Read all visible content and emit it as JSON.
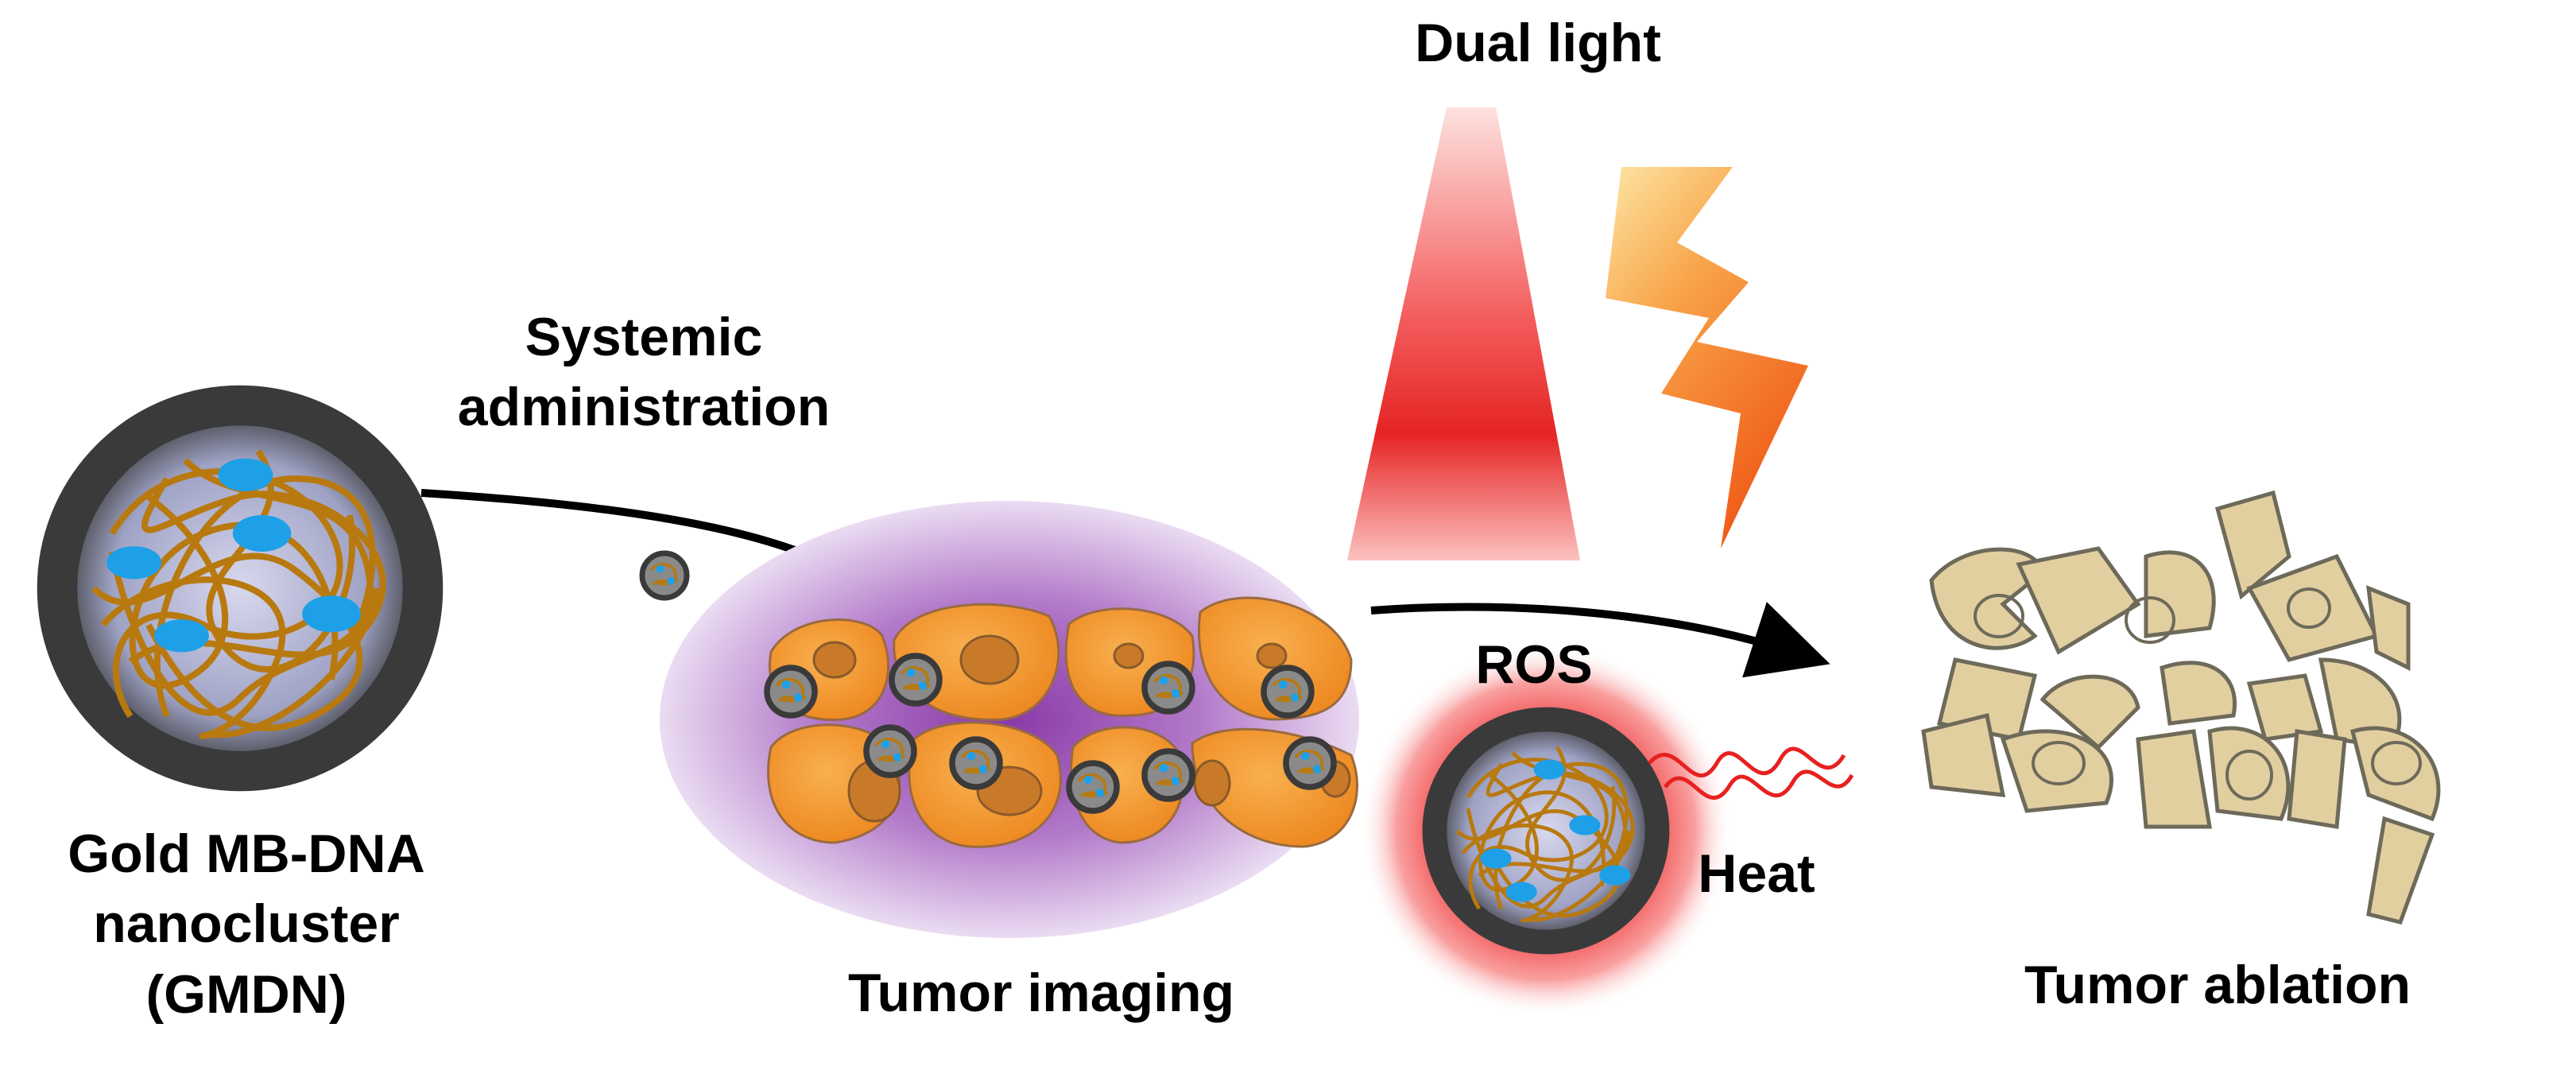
{
  "labels": {
    "dual_light": "Dual light",
    "systemic_administration": [
      "Systemic",
      "administration"
    ],
    "gmdn": [
      "Gold MB-DNA",
      "nanocluster",
      "(GMDN)"
    ],
    "ros": "ROS",
    "heat": "Heat",
    "tumor_imaging": "Tumor imaging",
    "tumor_ablation": "Tumor ablation"
  },
  "colors": {
    "nanocluster_shell": "#3a3a3a",
    "dna_strands": "#b8790f",
    "methylene_blue": "#1ea0e8",
    "tumor_cell": "#f39a30",
    "tumor_glow": "#b070c8",
    "red_light": "#e83030",
    "lightning": "#f26a1b",
    "ablated_fragment": "#e2cfa0",
    "heat_wave": "#e82020"
  }
}
